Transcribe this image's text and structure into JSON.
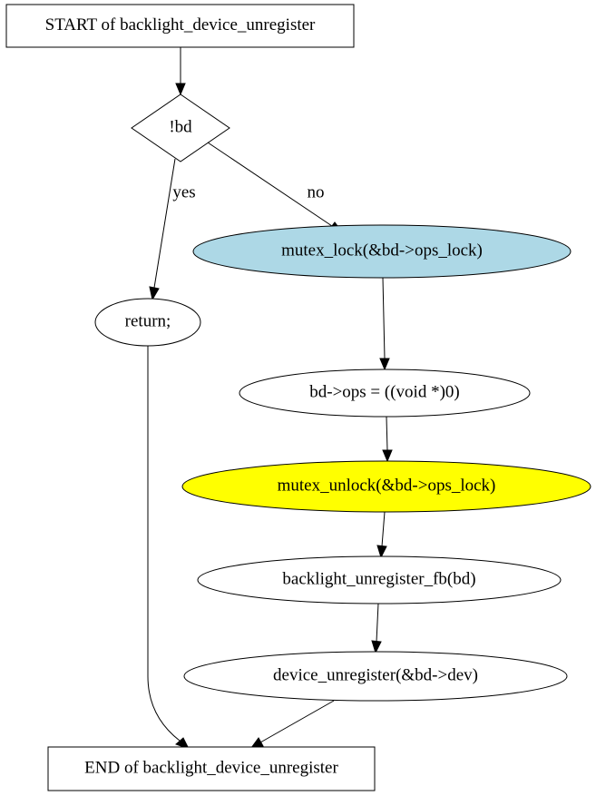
{
  "colors": {
    "background": "#ffffff",
    "stroke": "#000000",
    "lock_fill": "#add8e6",
    "unlock_fill": "#ffff00",
    "default_fill": "#ffffff"
  },
  "nodes": {
    "start": "START of backlight_device_unregister",
    "condition": "!bd",
    "return": "return;",
    "mutex_lock": "mutex_lock(&bd->ops_lock)",
    "ops_assign": "bd->ops = ((void *)0)",
    "mutex_unlock": "mutex_unlock(&bd->ops_lock)",
    "unregister_fb": "backlight_unregister_fb(bd)",
    "device_unregister": "device_unregister(&bd->dev)",
    "end": "END of backlight_device_unregister"
  },
  "edges": {
    "yes": "yes",
    "no": "no"
  }
}
